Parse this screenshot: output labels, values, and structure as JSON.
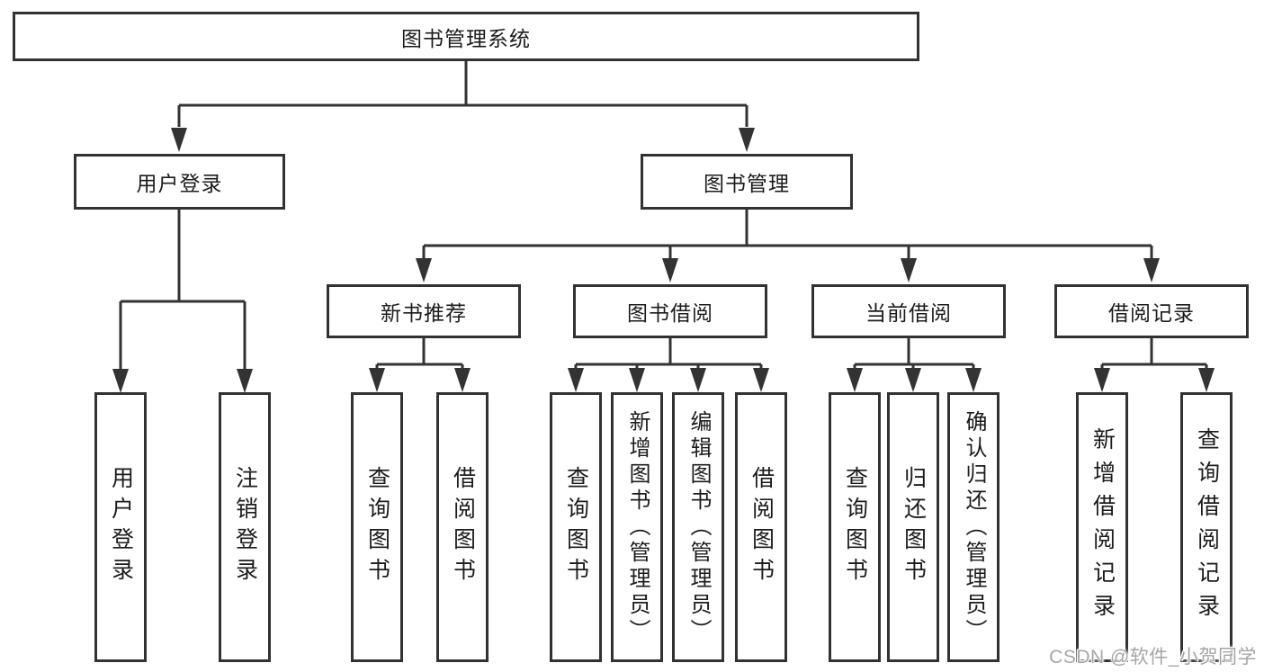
{
  "watermark": "CSDN @软件_小贺同学",
  "tree": {
    "root": {
      "label": "图书管理系统"
    },
    "level1": [
      {
        "label": "用户登录",
        "children": [
          {
            "label": "用户登录"
          },
          {
            "label": "注销登录"
          }
        ]
      },
      {
        "label": "图书管理"
      }
    ],
    "level2": [
      {
        "label": "新书推荐",
        "children": [
          {
            "label": "查询图书"
          },
          {
            "label": "借阅图书"
          }
        ]
      },
      {
        "label": "图书借阅",
        "children": [
          {
            "label": "查询图书"
          },
          {
            "label": "新增图书（管理员）"
          },
          {
            "label": "编辑图书（管理员）"
          },
          {
            "label": "借阅图书"
          }
        ]
      },
      {
        "label": "当前借阅",
        "children": [
          {
            "label": "查询图书"
          },
          {
            "label": "归还图书"
          },
          {
            "label": "确认归还（管理员）"
          }
        ]
      },
      {
        "label": "借阅记录",
        "children": [
          {
            "label": "新增借阅记录"
          },
          {
            "label": "查询借阅记录"
          }
        ]
      }
    ]
  },
  "colors": {
    "line": "#333333",
    "box_border": "#323232",
    "text": "#1c1c1c",
    "watermark": "#a6a6a6"
  }
}
